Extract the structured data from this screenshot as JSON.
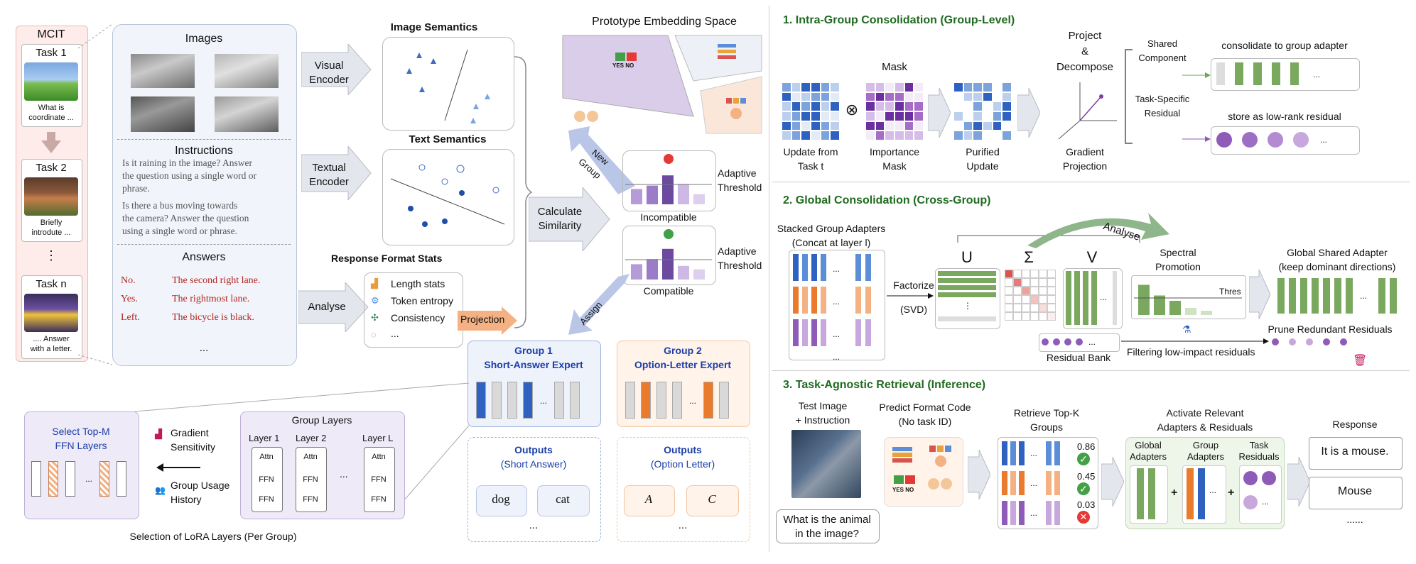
{
  "mcit": {
    "title": "MCIT",
    "tasks": [
      {
        "label": "Task 1",
        "caption": [
          "What is",
          "coordinate ..."
        ]
      },
      {
        "label": "Task 2",
        "caption": [
          "Briefly",
          "introdute ..."
        ]
      },
      {
        "label": "Task n",
        "caption": [
          ".... Answer",
          "with a letter."
        ]
      }
    ],
    "ellipsis": "⋮"
  },
  "data_panel": {
    "images_title": "Images",
    "instructions_title": "Instructions",
    "instruction_1": [
      "Is it raining in the image? Answer",
      "the question using a single word or",
      "phrase."
    ],
    "instruction_2": [
      "Is there a bus moving towards",
      "the camera? Answer the question",
      "using a single word or phrase."
    ],
    "answers_title": "Answers",
    "answers": [
      {
        "short": "No.",
        "long": "The second right lane."
      },
      {
        "short": "Yes.",
        "long": "The rightmost lane."
      },
      {
        "short": "Left.",
        "long": "The bicycle is black."
      }
    ],
    "more": "..."
  },
  "encoders": {
    "visual": [
      "Visual",
      "Encoder"
    ],
    "textual": [
      "Textual",
      "Encoder"
    ],
    "analyse": "Analyse",
    "image_semantics": "Image Semantics",
    "text_semantics": "Text Semantics",
    "response_format_stats": "Response Format Stats",
    "stats": [
      "Length stats",
      "Token entropy",
      "Consistency",
      "..."
    ],
    "projection": "Projection"
  },
  "prototype": {
    "title": "Prototype Embedding Space",
    "yes_no": "YES NO",
    "new_group": [
      "New",
      "Group"
    ],
    "calculate": [
      "Calculate",
      "Similarity"
    ],
    "assign": "Assign",
    "incompatible": "Incompatible",
    "compatible": "Compatible",
    "adaptive_threshold": [
      "Adaptive",
      "Threshold"
    ],
    "incompat_values": [
      0.45,
      0.55,
      0.85,
      0.6,
      0.3
    ],
    "compat_values": [
      0.45,
      0.6,
      0.9,
      0.4,
      0.3
    ]
  },
  "groups": {
    "group1_title": "Group 1",
    "group1_sub": "Short-Answer Expert",
    "group2_title": "Group 2",
    "group2_sub": "Option-Letter Expert",
    "outputs_title": "Outputs",
    "outputs1_sub": "(Short Answer)",
    "outputs2_sub": "(Option Letter)",
    "out1": [
      "dog",
      "cat"
    ],
    "out2": [
      "A",
      "C"
    ],
    "dots": "...",
    "colors": {
      "group1": "#2f62c0",
      "group2": "#ea7a2c",
      "muted": "#d9d9d9"
    }
  },
  "lora": {
    "select_top": [
      "Select Top-M",
      "FFN Layers"
    ],
    "gradient": [
      "Gradient",
      "Sensitivity"
    ],
    "usage": [
      "Group Usage",
      "History"
    ],
    "group_layers": "Group Layers",
    "layers": [
      "Layer 1",
      "Layer 2",
      "Layer L"
    ],
    "attn": "Attn",
    "ffn": "FFN",
    "caption": "Selection of LoRA Layers (Per Group)",
    "ellipsis": "..."
  },
  "section1": {
    "title": "1. Intra-Group Consolidation (Group-Level)",
    "mask": "Mask",
    "update": [
      "Update from",
      "Task t"
    ],
    "importance": [
      "Importance",
      "Mask"
    ],
    "purified": [
      "Purified",
      "Update"
    ],
    "project": [
      "Project",
      "&",
      "Decompose"
    ],
    "gradient_proj": [
      "Gradient",
      "Projection"
    ],
    "shared": [
      "Shared",
      "Component"
    ],
    "task_specific": [
      "Task-Specific",
      "Residual"
    ],
    "consolidate": "consolidate to group adapter",
    "store": "store as low-rank residual",
    "otimes": "⊗",
    "dots": "..."
  },
  "section2": {
    "title": "2. Global Consolidation (Cross-Group)",
    "stacked": [
      "Stacked Group Adapters",
      "(Concat at layer l)"
    ],
    "factorize": [
      "Factorize",
      "(SVD)"
    ],
    "u": "U",
    "sigma": "Σ",
    "v": "V",
    "analyse": "Analyse",
    "spectral": [
      "Spectral",
      "Promotion"
    ],
    "thres": "Thres",
    "global_shared": [
      "Global Shared Adapter",
      "(keep dominant directions)"
    ],
    "prune": "Prune Redundant Residuals",
    "residual_bank": "Residual Bank",
    "filtering": "Filtering low-impact residuals",
    "spectral_values": [
      0.85,
      0.55,
      0.4,
      0.2,
      0.12
    ],
    "dots": "...",
    "vdots": "⋮"
  },
  "section3": {
    "title": "3. Task-Agnostic Retrieval (Inference)",
    "test_image": [
      "Test Image",
      "+ Instruction"
    ],
    "predict": [
      "Predict Format Code",
      "(No task ID)"
    ],
    "retrieve": [
      "Retrieve Top-K",
      "Groups"
    ],
    "activate": [
      "Activate Relevant",
      "Adapters & Residuals"
    ],
    "response": "Response",
    "question": [
      "What is the animal",
      "in the image?"
    ],
    "scores": [
      "0.86",
      "0.45",
      "0.03"
    ],
    "global_adapters": [
      "Global",
      "Adapters"
    ],
    "group_adapters": [
      "Group",
      "Adapters"
    ],
    "task_residuals": [
      "Task",
      "Residuals"
    ],
    "plus": "+",
    "resp1": "It is a mouse.",
    "resp2": "Mouse",
    "resp_more": "......",
    "yes_no": "YES NO",
    "dots": "..."
  }
}
